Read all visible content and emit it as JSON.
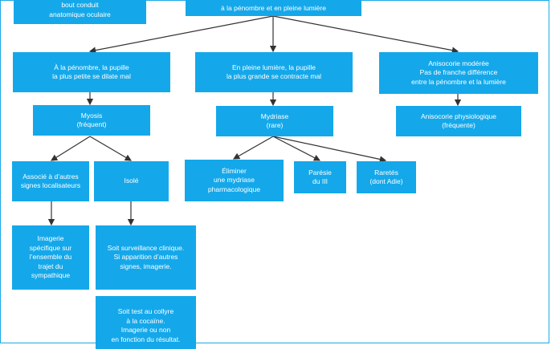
{
  "nodes": {
    "top_left": "bout conduit\nanatomique oculaire",
    "top_center": "à la pénombre et en pleine lumière",
    "penombre": "À la pénombre, la pupille\nla plus petite se dilate mal",
    "lumiere": "En pleine lumière, la pupille\nla plus grande se contracte mal",
    "anisocorie_moderee": "Anisocorie modérée\nPas de franche différence\nentre la pénombre et la lumière",
    "myosis": "Myosis\n(fréquent)",
    "mydriase": "Mydriase\n(rare)",
    "anisocorie_physio": "Anisocorie physiologique\n(fréquente)",
    "associe": "Associé à d’autres\nsignes localisateurs",
    "isole": "Isolé",
    "eliminer": "Éliminer\nune mydriase\npharmacologique",
    "paresie": "Parésie\ndu III",
    "raretes": "Raretés\n(dont Adie)",
    "imagerie": "Imagerie\nspécifique sur\nl’ensemble du\ntrajet du\nsympathique",
    "surveillance": "Soit surveillance clinique.\nSi apparition d’autres\nsignes, imagerie.",
    "collyre": "Soit test au collyre\nà la cocaïne.\nImagerie ou non\nen fonction du résultat."
  },
  "colors": {
    "box": "#14a8ea",
    "text": "#ffffff",
    "line": "#333333"
  }
}
